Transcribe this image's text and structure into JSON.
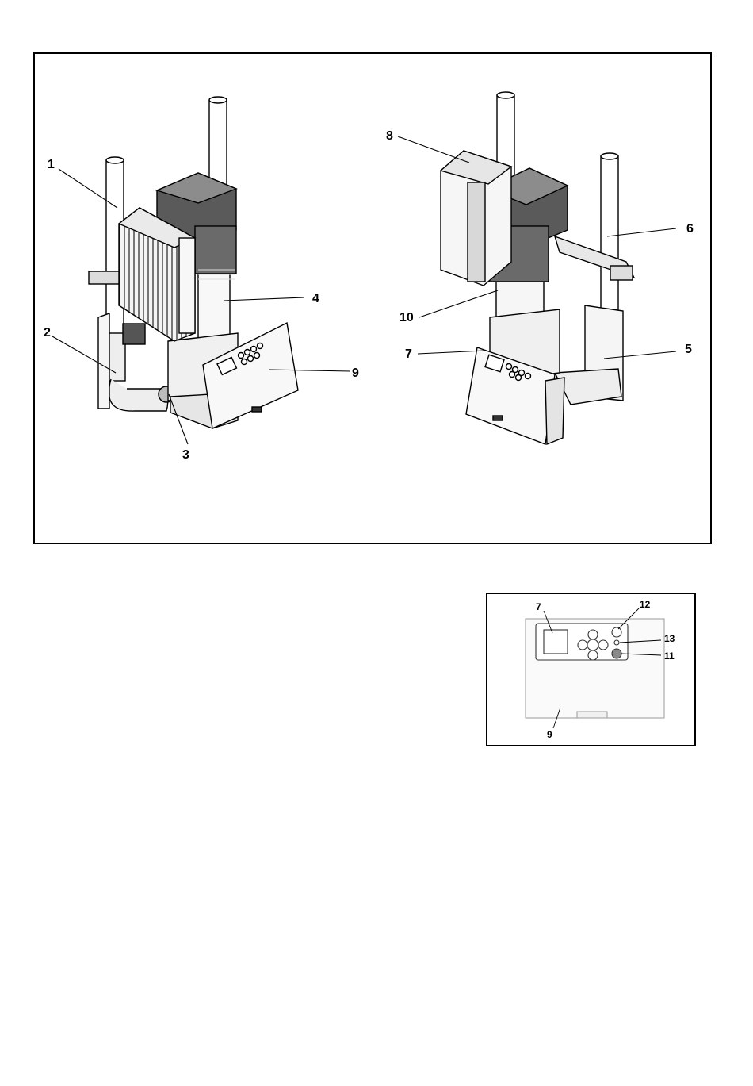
{
  "main_figure": {
    "left_unit_callouts": {
      "c1": "1",
      "c2": "2",
      "c3": "3",
      "c4": "4",
      "c9": "9"
    },
    "right_unit_callouts": {
      "c5": "5",
      "c6": "6",
      "c7": "7",
      "c8": "8",
      "c10": "10"
    }
  },
  "detail_figure": {
    "callouts": {
      "c7": "7",
      "c9": "9",
      "c11": "11",
      "c12": "12",
      "c13": "13"
    }
  },
  "colors": {
    "line": "#000000",
    "motor_dark": "#4a4a4a",
    "motor_mid": "#8c8c8c",
    "panel": "#f2f2f2",
    "detail_line": "#9a9a9a"
  }
}
